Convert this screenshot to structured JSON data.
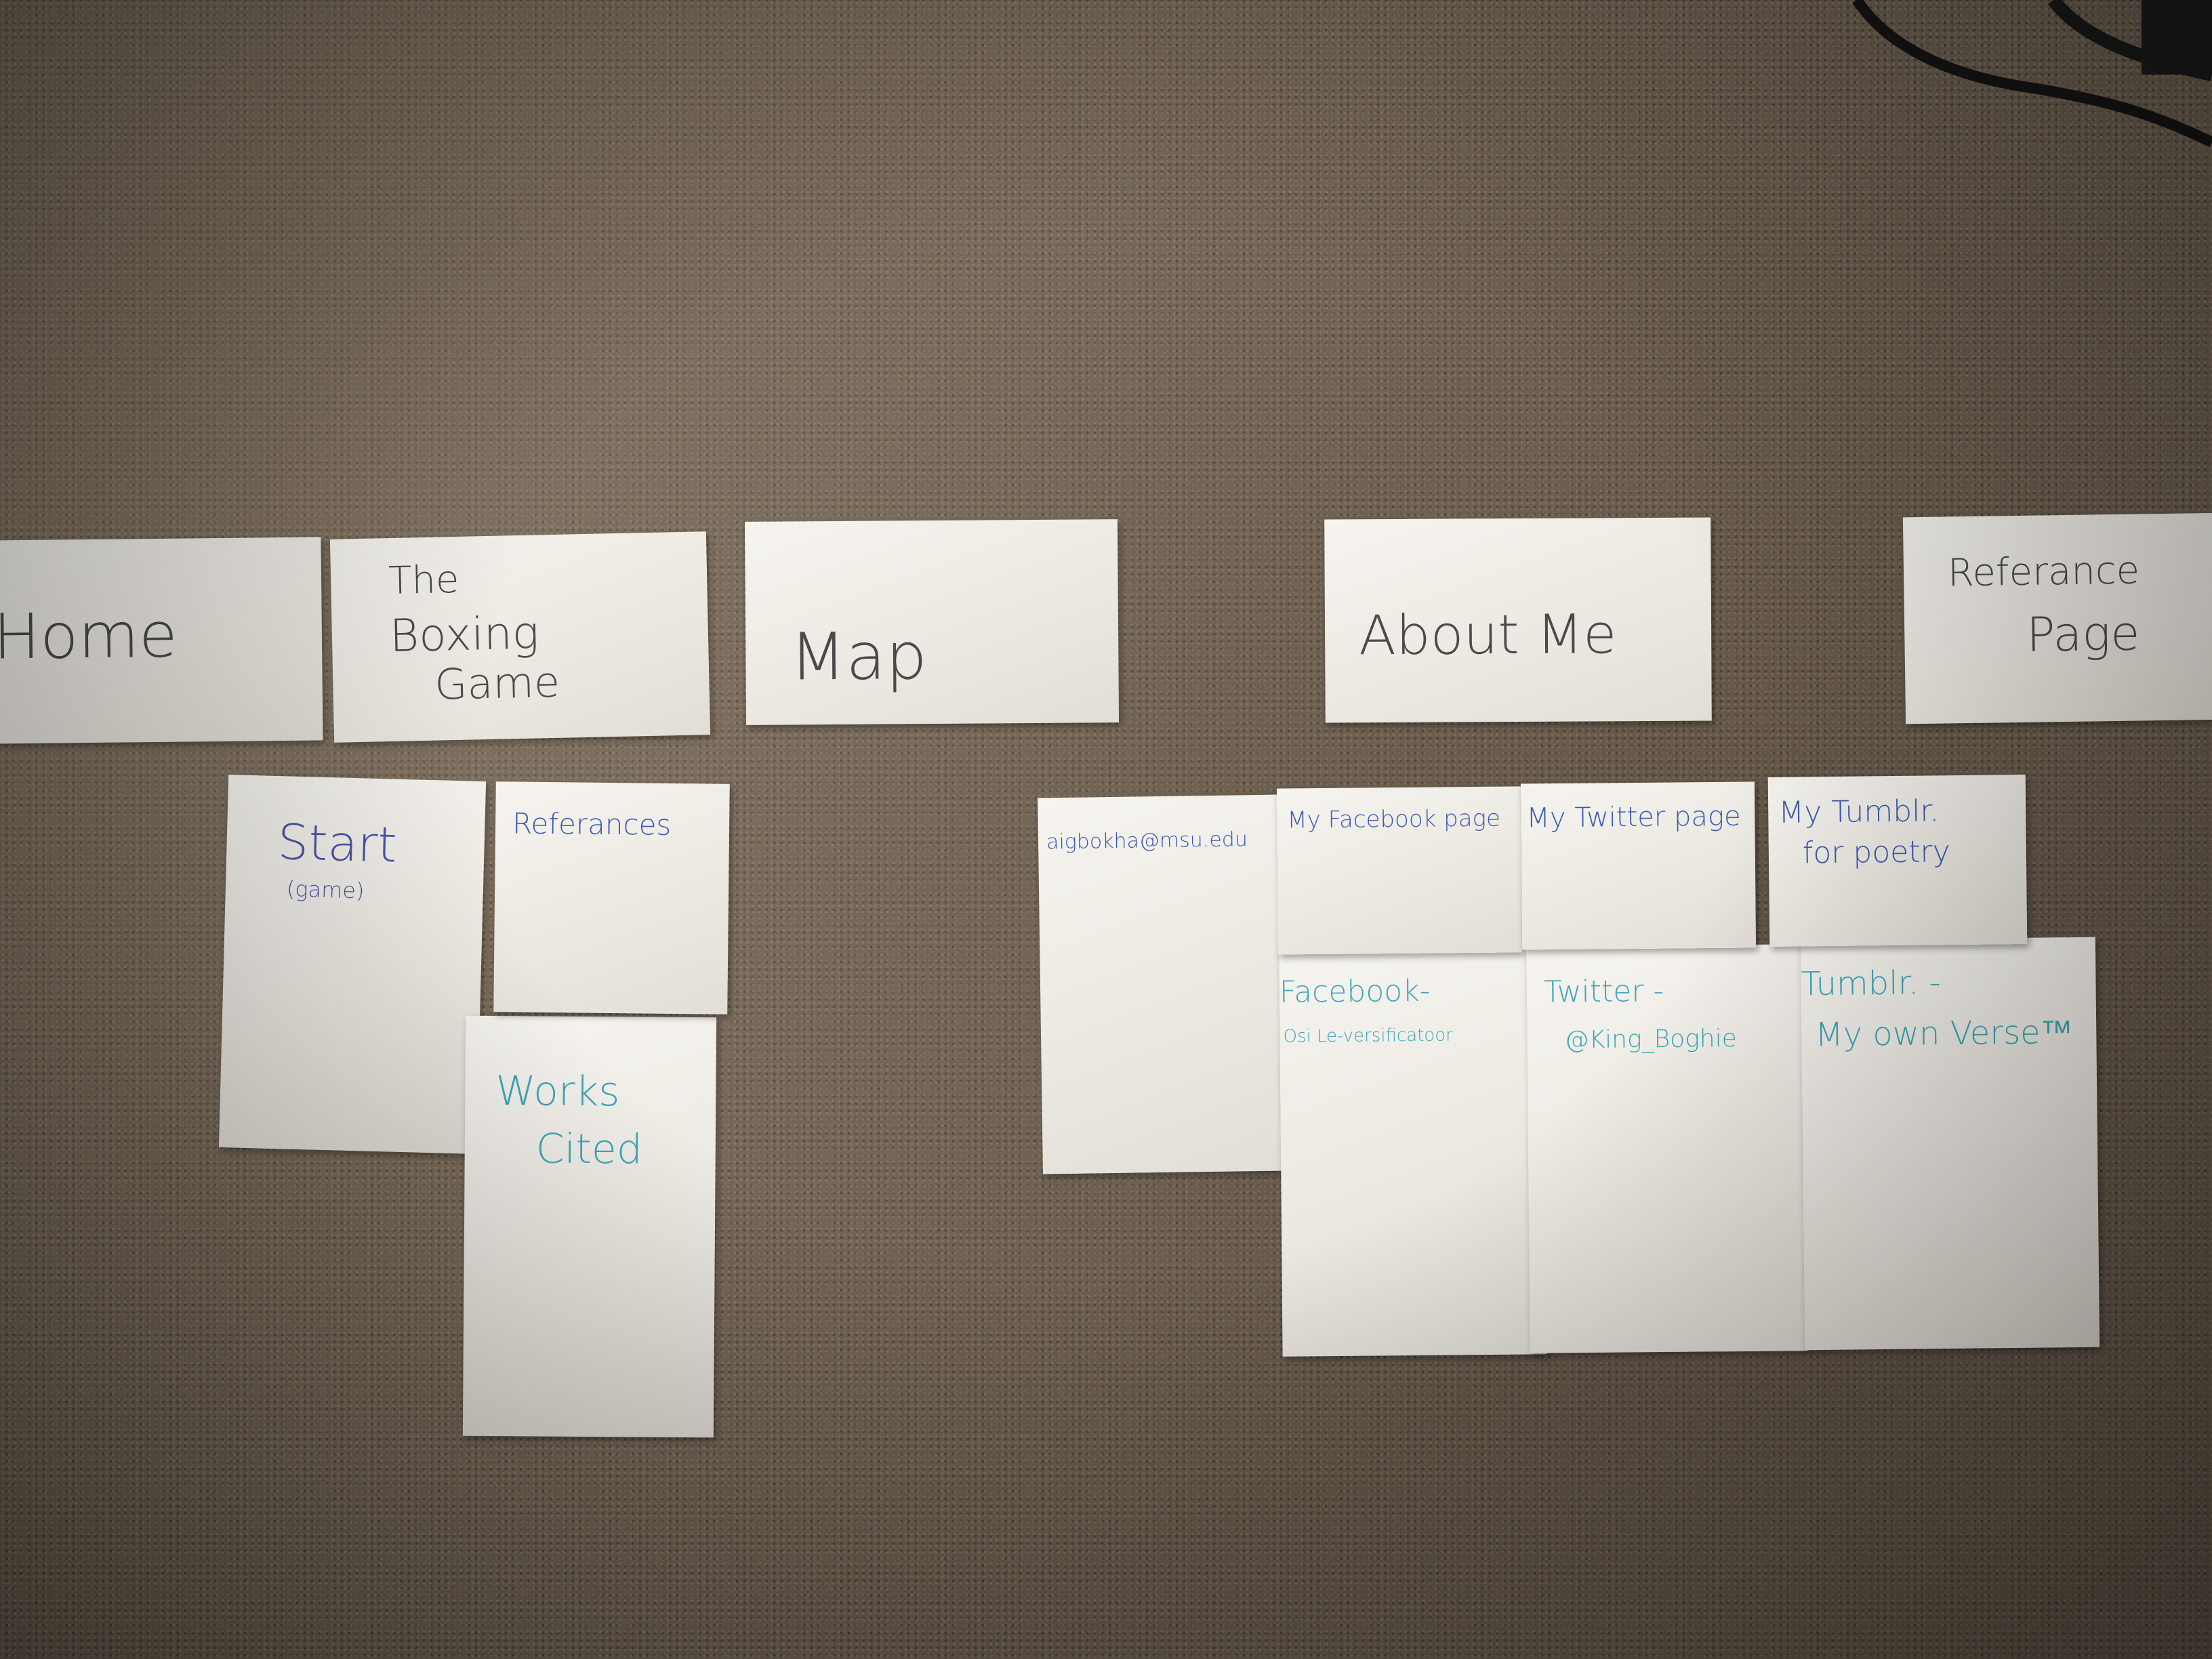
{
  "top_cards": {
    "home": "Home",
    "boxing_line1": "The",
    "boxing_line2": "Boxing",
    "boxing_line3": "Game",
    "map": "Map",
    "about": "About Me",
    "reference_line1": "Referance",
    "reference_line2": "Page"
  },
  "game_cards": {
    "start": "Start",
    "start_sub": "(game)",
    "references": "Referances",
    "works_line1": "Works",
    "works_line2": "Cited"
  },
  "about_cards": {
    "email": "aigbokha@msu.edu",
    "facebook_title": "My Facebook page",
    "facebook_value_line1": "Facebook-",
    "facebook_value_line2": "Osi Le-versificatoor",
    "twitter_title": "My Twitter page",
    "twitter_value_line1": "Twitter -",
    "twitter_value_line2": "@King_Boghie",
    "tumblr_title_line1": "My Tumblr.",
    "tumblr_title_line2": "for poetry",
    "tumblr_value_line1": "Tumblr. -",
    "tumblr_value_line2": "My own Verse™"
  },
  "colors": {
    "carpet": "#6f6253",
    "card": "#f3f1ec",
    "pencil": "#4a4a4a",
    "blue_ink": "#3d5bb0",
    "teal_ink": "#3fa6b8"
  }
}
